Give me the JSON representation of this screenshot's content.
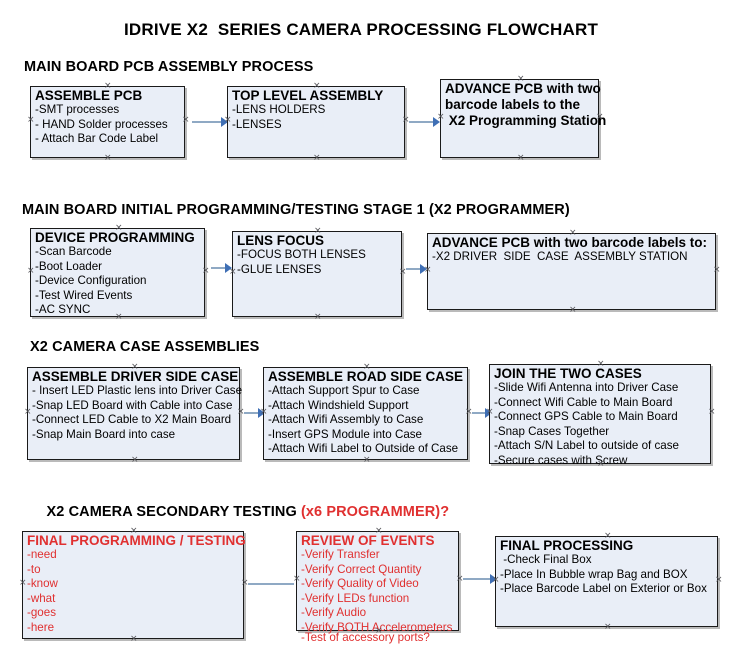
{
  "document": {
    "title": "IDRIVE X2  SERIES CAMERA PROCESSING FLOWCHART",
    "accent_color": "#e03030",
    "node_fill": "#e9eef7",
    "node_border": "#1a1a1a",
    "connector_color": "#8fa9c4",
    "arrow_color": "#3f6fb5"
  },
  "sections": [
    {
      "heading": "MAIN BOARD PCB ASSEMBLY PROCESS",
      "heading_accent": "",
      "nodes": [
        {
          "title": "ASSEMBLE PCB",
          "lines": [
            "-SMT processes",
            "- HAND Solder processes",
            "- Attach Bar Code Label"
          ],
          "color": "black"
        },
        {
          "title": "TOP LEVEL ASSEMBLY",
          "lines": [
            "-LENS HOLDERS",
            "-LENSES"
          ],
          "color": "black"
        },
        {
          "title": "ADVANCE PCB with two",
          "lines": [
            "barcode labels to the",
            " X2 Programming Station"
          ],
          "color": "black"
        }
      ]
    },
    {
      "heading": "MAIN BOARD INITIAL PROGRAMMING/TESTING STAGE 1 (X2 PROGRAMMER)",
      "heading_accent": "",
      "nodes": [
        {
          "title": "DEVICE PROGRAMMING",
          "lines": [
            "-Scan Barcode",
            "-Boot Loader",
            "-Device Configuration",
            "-Test Wired Events",
            "-AC SYNC"
          ],
          "color": "black"
        },
        {
          "title": "LENS FOCUS",
          "lines": [
            "-FOCUS BOTH LENSES",
            "-GLUE LENSES"
          ],
          "color": "black"
        },
        {
          "title": "ADVANCE PCB with two barcode labels to:",
          "lines": [
            "-X2 DRIVER  SIDE  CASE  ASSEMBLY STATION"
          ],
          "color": "black"
        }
      ]
    },
    {
      "heading": "X2 CAMERA CASE ASSEMBLIES",
      "heading_accent": "",
      "nodes": [
        {
          "title": "ASSEMBLE DRIVER SIDE CASE",
          "lines": [
            "- Insert LED Plastic lens into Driver Case",
            "-Snap LED Board with Cable into Case",
            "-Connect LED Cable to X2 Main Board",
            "-Snap Main Board into case"
          ],
          "color": "black"
        },
        {
          "title": "ASSEMBLE ROAD SIDE CASE",
          "lines": [
            "-Attach Support Spur to Case",
            "-Attach Windshield Support",
            "-Attach Wifi Assembly to Case",
            "-Insert GPS Module into Case",
            "-Attach Wifi Label to Outside of Case"
          ],
          "color": "black"
        },
        {
          "title": "JOIN THE TWO CASES",
          "lines": [
            "-Slide Wifi Antenna into Driver Case",
            "-Connect Wifi Cable to Main Board",
            "-Connect GPS Cable to Main Board",
            "-Snap Cases Together",
            "-Attach S/N Label to outside of case",
            "-Secure cases with Screw"
          ],
          "color": "black"
        }
      ]
    },
    {
      "heading": "X2 CAMERA SECONDARY TESTING ",
      "heading_accent": "(x6 PROGRAMMER)?",
      "nodes": [
        {
          "title": "FINAL PROGRAMMING / TESTING",
          "lines": [
            "-need",
            "-to",
            "-know",
            "-what",
            "-goes",
            "-here"
          ],
          "color": "red"
        },
        {
          "title": "REVIEW OF EVENTS",
          "lines": [
            "-Verify Transfer",
            "-Verify Correct Quantity",
            "-Verify Quality of Video",
            "-Verify LEDs function",
            "-Verify Audio",
            "-Verify BOTH Accelerometers"
          ],
          "overflow_line": "-Test of accessory ports?",
          "color": "red"
        },
        {
          "title": "FINAL PROCESSING",
          "lines": [
            " -Check Final Box",
            "-Place In Bubble wrap Bag and BOX",
            "-Place Barcode Label on Exterior or Box"
          ],
          "color": "black"
        }
      ]
    }
  ]
}
